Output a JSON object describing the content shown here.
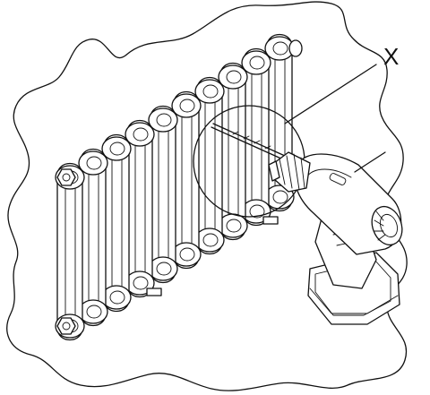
{
  "figure": {
    "callout_label": "X",
    "line_color": "#111111",
    "background_color": "#ffffff"
  },
  "radiator": {
    "section_count": 10
  },
  "icons": [
    "radiator",
    "cordless-drill",
    "drill-bit",
    "detail-circle",
    "wall-outline"
  ]
}
